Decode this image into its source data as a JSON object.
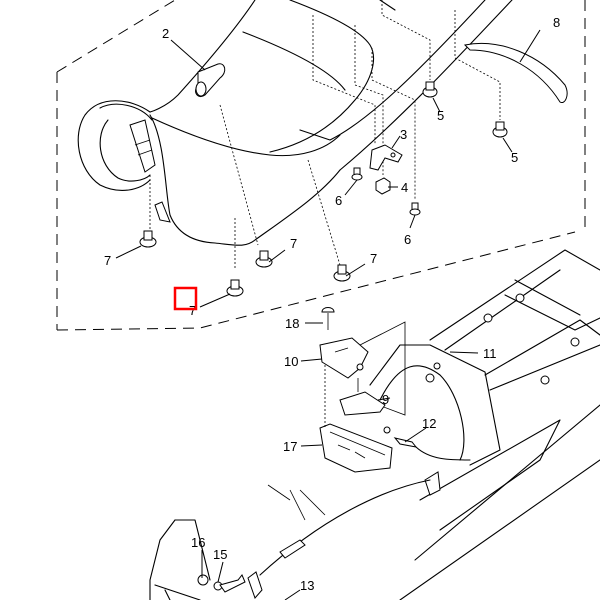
{
  "diagram": {
    "title": "Seat assembly exploded parts diagram",
    "highlight_color": "#ff0000",
    "highlight_target": "callout 7 (lower)",
    "callouts": [
      {
        "id": "c2",
        "text": "2"
      },
      {
        "id": "c3",
        "text": "3"
      },
      {
        "id": "c4",
        "text": "4"
      },
      {
        "id": "c5a",
        "text": "5"
      },
      {
        "id": "c5b",
        "text": "5"
      },
      {
        "id": "c6a",
        "text": "6"
      },
      {
        "id": "c6b",
        "text": "6"
      },
      {
        "id": "c7a",
        "text": "7"
      },
      {
        "id": "c7b",
        "text": "7"
      },
      {
        "id": "c7c",
        "text": "7"
      },
      {
        "id": "c7d",
        "text": "7"
      },
      {
        "id": "c8",
        "text": "8"
      },
      {
        "id": "c9",
        "text": "9"
      },
      {
        "id": "c10",
        "text": "10"
      },
      {
        "id": "c11",
        "text": "11"
      },
      {
        "id": "c12",
        "text": "12"
      },
      {
        "id": "c13",
        "text": "13"
      },
      {
        "id": "c15",
        "text": "15"
      },
      {
        "id": "c16",
        "text": "16"
      },
      {
        "id": "c17",
        "text": "17"
      },
      {
        "id": "c18",
        "text": "18"
      }
    ]
  }
}
